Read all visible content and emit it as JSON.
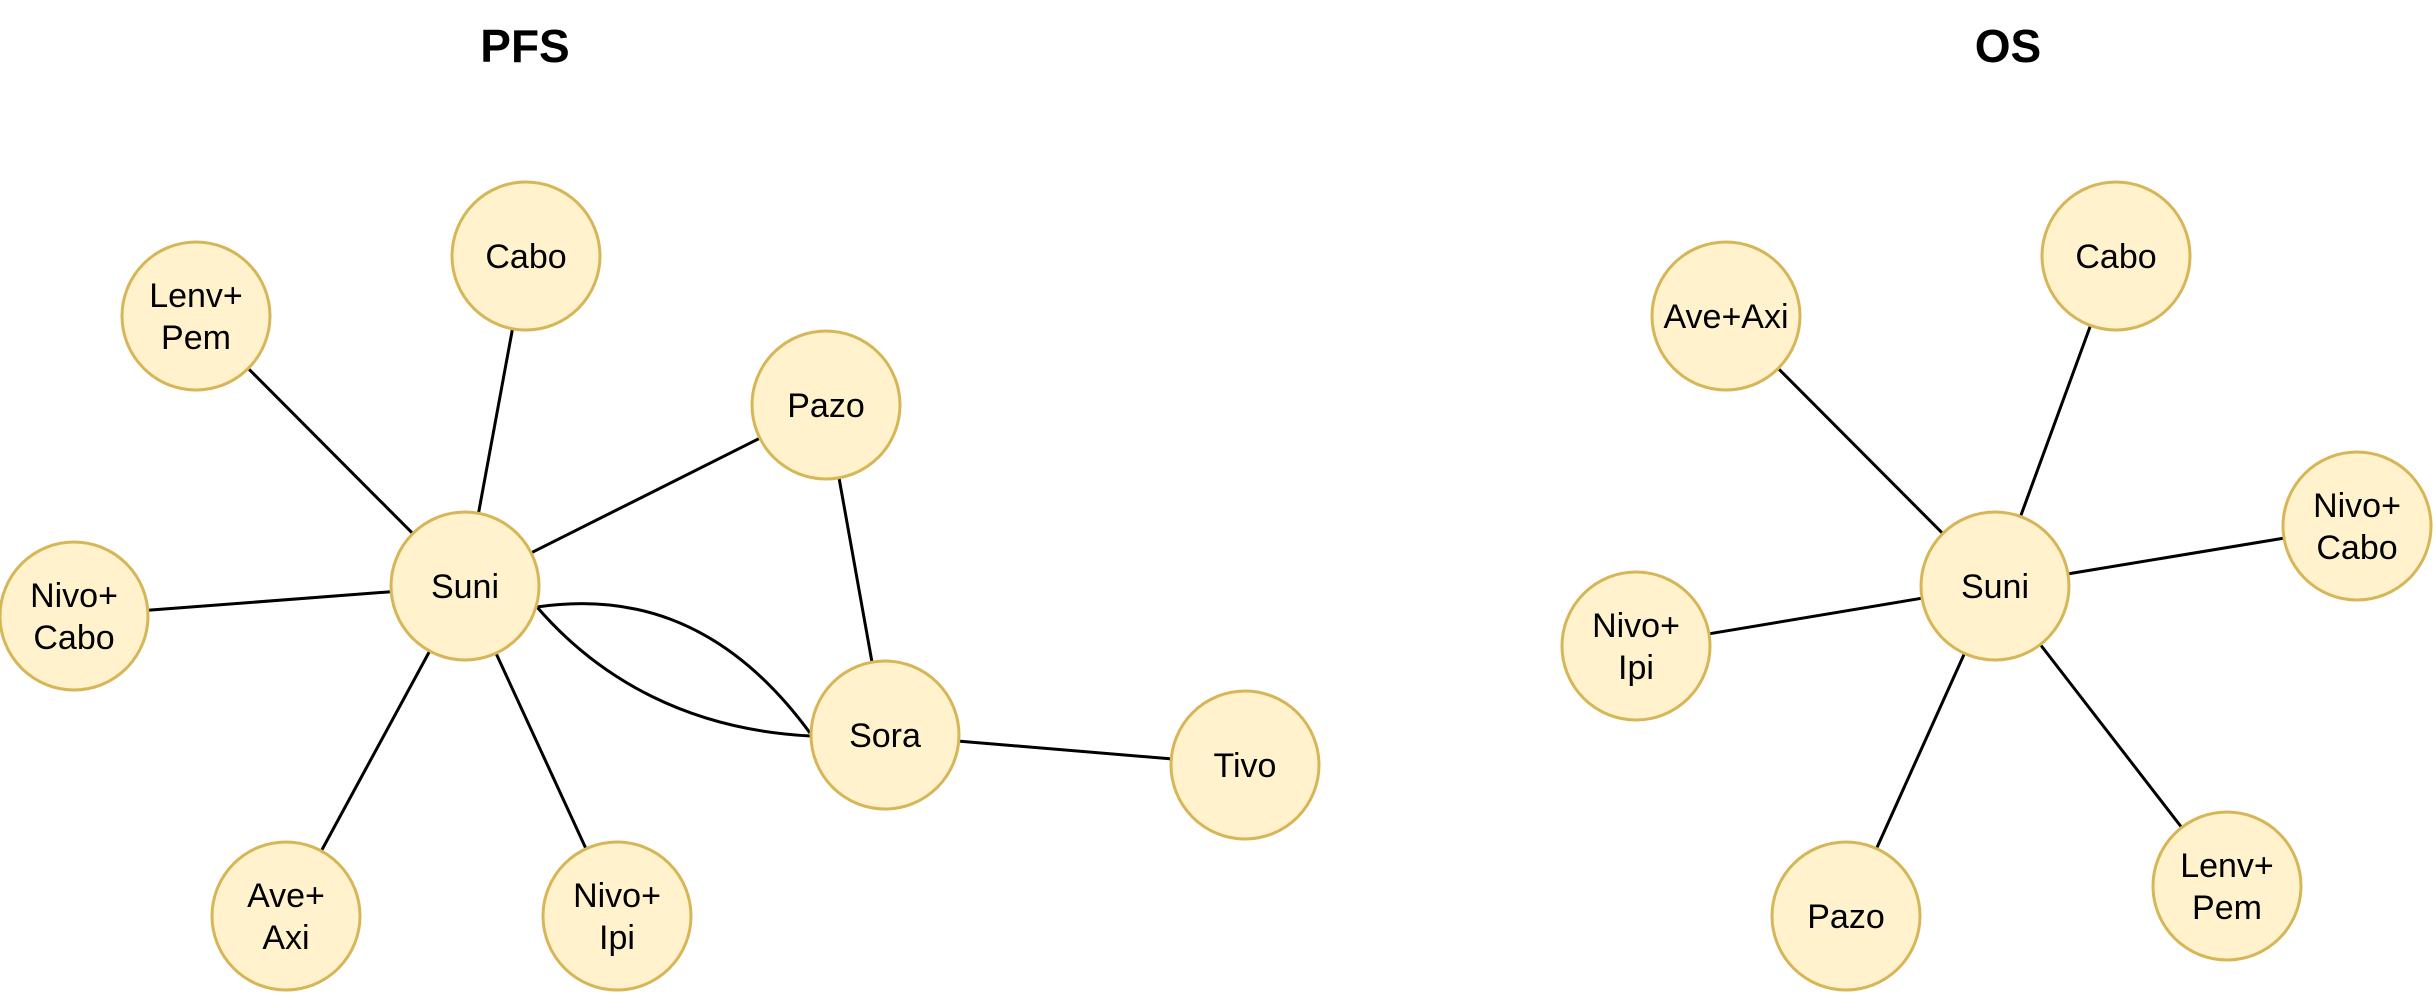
{
  "diagrams": [
    {
      "title": "PFS",
      "nodes": [
        {
          "id": "suni",
          "lines": [
            "Suni"
          ]
        },
        {
          "id": "cabo",
          "lines": [
            "Cabo"
          ]
        },
        {
          "id": "lenv_pem",
          "lines": [
            "Lenv+",
            "Pem"
          ]
        },
        {
          "id": "pazo",
          "lines": [
            "Pazo"
          ]
        },
        {
          "id": "nivo_cabo",
          "lines": [
            "Nivo+",
            "Cabo"
          ]
        },
        {
          "id": "sora",
          "lines": [
            "Sora"
          ]
        },
        {
          "id": "tivo",
          "lines": [
            "Tivo"
          ]
        },
        {
          "id": "ave_axi",
          "lines": [
            "Ave+",
            "Axi"
          ]
        },
        {
          "id": "nivo_ipi",
          "lines": [
            "Nivo+",
            "Ipi"
          ]
        }
      ],
      "edges": [
        {
          "from": "suni",
          "to": "cabo"
        },
        {
          "from": "suni",
          "to": "lenv_pem"
        },
        {
          "from": "suni",
          "to": "pazo"
        },
        {
          "from": "suni",
          "to": "nivo_cabo"
        },
        {
          "from": "suni",
          "to": "ave_axi"
        },
        {
          "from": "suni",
          "to": "nivo_ipi"
        },
        {
          "from": "suni",
          "to": "sora",
          "curve": "upper"
        },
        {
          "from": "suni",
          "to": "sora",
          "curve": "lower"
        },
        {
          "from": "pazo",
          "to": "sora"
        },
        {
          "from": "sora",
          "to": "tivo"
        }
      ]
    },
    {
      "title": "OS",
      "nodes": [
        {
          "id": "suni",
          "lines": [
            "Suni"
          ]
        },
        {
          "id": "ave_axi",
          "lines": [
            "Ave+Axi"
          ]
        },
        {
          "id": "cabo",
          "lines": [
            "Cabo"
          ]
        },
        {
          "id": "nivo_cabo",
          "lines": [
            "Nivo+",
            "Cabo"
          ]
        },
        {
          "id": "nivo_ipi",
          "lines": [
            "Nivo+",
            "Ipi"
          ]
        },
        {
          "id": "pazo",
          "lines": [
            "Pazo"
          ]
        },
        {
          "id": "lenv_pem",
          "lines": [
            "Lenv+",
            "Pem"
          ]
        }
      ],
      "edges": [
        {
          "from": "suni",
          "to": "ave_axi"
        },
        {
          "from": "suni",
          "to": "cabo"
        },
        {
          "from": "suni",
          "to": "nivo_cabo"
        },
        {
          "from": "suni",
          "to": "nivo_ipi"
        },
        {
          "from": "suni",
          "to": "pazo"
        },
        {
          "from": "suni",
          "to": "lenv_pem"
        }
      ]
    }
  ]
}
